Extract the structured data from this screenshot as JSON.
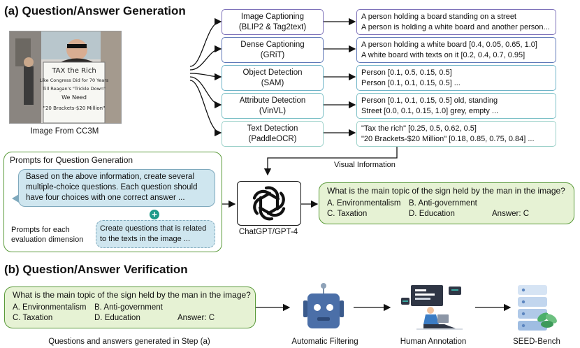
{
  "section_a": {
    "title": "(a) Question/Answer Generation",
    "image_caption": "Image From CC3M",
    "sign_lines": [
      "TAX the Rich",
      "Like Congress Did for 70 Years",
      "Till Reagan's \"Trickle Down\"",
      "We Need",
      "\"20 Brackets-$20 Million\""
    ],
    "models": [
      {
        "name": "Image Captioning",
        "sub": "(BLIP2 & Tag2text)",
        "color": "#7b6fb8",
        "outputs": [
          "A person holding a board standing on a street",
          "A person is holding a white board and another person..."
        ]
      },
      {
        "name": "Dense Captioning",
        "sub": "(GRiT)",
        "color": "#5f78b8",
        "outputs": [
          "A person holding a white board [0.4, 0.05, 0.65, 1.0]",
          "A white board with texts on it [0.2, 0.4, 0.7, 0.95]"
        ]
      },
      {
        "name": "Object Detection",
        "sub": "(SAM)",
        "color": "#6fb4c8",
        "outputs": [
          "Person [0.1, 0.5, 0.15, 0.5]",
          "Person [0.1, 0.1, 0.15, 0.5] ..."
        ]
      },
      {
        "name": "Attribute Detection",
        "sub": "(VinVL)",
        "color": "#7cc0c6",
        "outputs": [
          "Person [0.1, 0.1, 0.15, 0.5] old, standing",
          "Street [0.0, 0.1, 0.15, 1.0] grey, empty ..."
        ]
      },
      {
        "name": "Text Detection",
        "sub": "(PaddleOCR)",
        "color": "#9ad0c8",
        "outputs": [
          "\"Tax the rich\" [0.25, 0.5, 0.62, 0.5]",
          "\"20 Brackets-$20 Million\" [0.18, 0.85, 0.75, 0.84] ..."
        ]
      }
    ],
    "visual_information": "Visual Information",
    "prompts_title": "Prompts for Question Generation",
    "prompt_lines": [
      "Based on the above information, create several",
      "multiple-choice questions.  Each question should",
      "have four choices with one correct answer ..."
    ],
    "dimension_label_lines": [
      "Prompts for each",
      "evaluation dimension"
    ],
    "dimension_prompt_lines": [
      "Create questions that is related",
      "to the texts in the image ..."
    ],
    "plus": "+",
    "llm_label": "ChatGPT/GPT-4"
  },
  "qa": {
    "question": "What is the main topic of the sign held by the man in the image?",
    "choice_a": "A. Environmentalism",
    "choice_b": "B. Anti-government",
    "choice_c": "C. Taxation",
    "choice_d": "D. Education",
    "answer": "Answer: C"
  },
  "section_b": {
    "title": "(b) Question/Answer Verification",
    "step_caption": "Questions and answers generated in Step (a)",
    "auto_filter": "Automatic Filtering",
    "human_annotation": "Human Annotation",
    "seed_bench": "SEED-Bench"
  },
  "colors": {
    "green_border": "#5a9a3a",
    "green_fill": "#e6f2d4",
    "blue_bubble": "#cfe6ef",
    "robot_blue": "#4b6fa8"
  }
}
